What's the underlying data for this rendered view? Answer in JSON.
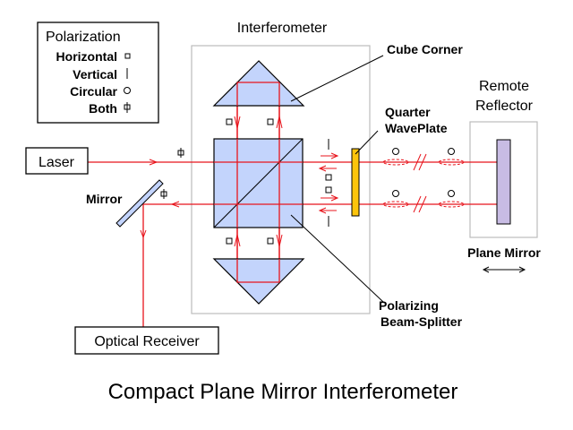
{
  "title": "Compact Plane Mirror Interferometer",
  "legend": {
    "heading": "Polarization",
    "items": [
      {
        "label": "Horizontal",
        "symbol": "square"
      },
      {
        "label": "Vertical",
        "symbol": "bar"
      },
      {
        "label": "Circular",
        "symbol": "circle"
      },
      {
        "label": "Both",
        "symbol": "square-with-bar"
      }
    ]
  },
  "labels": {
    "interferometer": "Interferometer",
    "cube_corner": "Cube Corner",
    "quarter_waveplate_1": "Quarter",
    "quarter_waveplate_2": "WavePlate",
    "remote_reflector_1": "Remote",
    "remote_reflector_2": "Reflector",
    "plane_mirror": "Plane Mirror",
    "polarizing_bs_1": "Polarizing",
    "polarizing_bs_2": "Beam-Splitter",
    "mirror": "Mirror",
    "laser": "Laser",
    "optical_receiver": "Optical Receiver"
  },
  "colors": {
    "beam": "#e8141c",
    "prism_fill": "#c3d4fc",
    "waveplate_fill": "#fcc40c",
    "reflector_fill": "#c8bce4",
    "enclosure": "#bcbcbc"
  }
}
